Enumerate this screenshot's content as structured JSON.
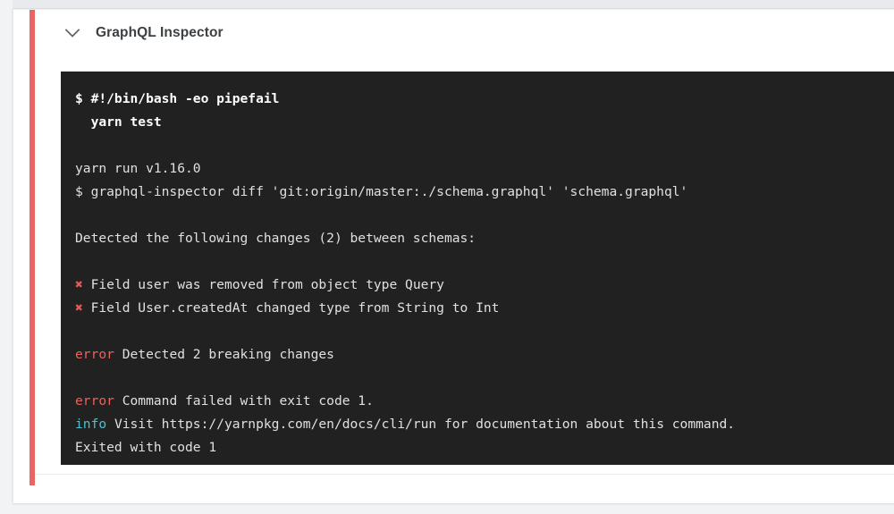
{
  "step": {
    "title": "GraphQL Inspector",
    "status_color": "#ea6561",
    "collapse_icon": "chevron-down-icon"
  },
  "terminal": {
    "background": "#212121",
    "text_color": "#e8e8e8",
    "error_color": "#e8625e",
    "info_color": "#4ec1cf",
    "xmark_glyph": "✖",
    "lines": [
      {
        "type": "command",
        "prompt": "$",
        "text": "#!/bin/bash -eo pipefail"
      },
      {
        "type": "command",
        "prompt": "",
        "text": "  yarn test"
      },
      {
        "type": "blank",
        "text": ""
      },
      {
        "type": "plain",
        "text": "yarn run v1.16.0"
      },
      {
        "type": "plain",
        "text": "$ graphql-inspector diff 'git:origin/master:./schema.graphql' 'schema.graphql'"
      },
      {
        "type": "blank",
        "text": ""
      },
      {
        "type": "plain",
        "text": "Detected the following changes (2) between schemas:"
      },
      {
        "type": "blank",
        "text": ""
      },
      {
        "type": "change",
        "marker": "✖",
        "text": "Field user was removed from object type Query"
      },
      {
        "type": "change",
        "marker": "✖",
        "text": "Field User.createdAt changed type from String to Int"
      },
      {
        "type": "blank",
        "text": ""
      },
      {
        "type": "error",
        "label": "error",
        "text": "Detected 2 breaking changes"
      },
      {
        "type": "blank",
        "text": ""
      },
      {
        "type": "error",
        "label": "error",
        "text": "Command failed with exit code 1."
      },
      {
        "type": "info",
        "label": "info",
        "text": "Visit https://yarnpkg.com/en/docs/cli/run for documentation about this command."
      },
      {
        "type": "plain",
        "text": "Exited with code 1"
      }
    ]
  }
}
